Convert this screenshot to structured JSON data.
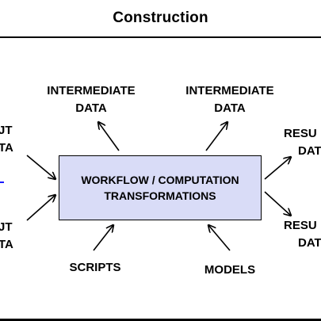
{
  "header": {
    "title": "Construction"
  },
  "diagram": {
    "center": {
      "line1": "WORKFLOW / COMPUTATION",
      "line2": "TRANSFORMATIONS"
    },
    "intermediate_left": {
      "line1": "INTERMEDIATE",
      "line2": "DATA"
    },
    "intermediate_right": {
      "line1": "INTERMEDIATE",
      "line2": "DATA"
    },
    "input_top": {
      "line1": "JT",
      "line2": "TA"
    },
    "input_bottom": {
      "line1": "JT",
      "line2": "TA"
    },
    "result_top": {
      "line1": "RESU",
      "line2": "DAT"
    },
    "result_bottom": {
      "line1": "RESU",
      "line2": "DAT"
    },
    "scripts": {
      "line1": "SCRIPTS"
    },
    "models": {
      "line1": "MODELS"
    },
    "colors": {
      "box_fill": "#d9dcf7",
      "arrow": "#000000",
      "input_arrow": "#1a1aff"
    }
  }
}
